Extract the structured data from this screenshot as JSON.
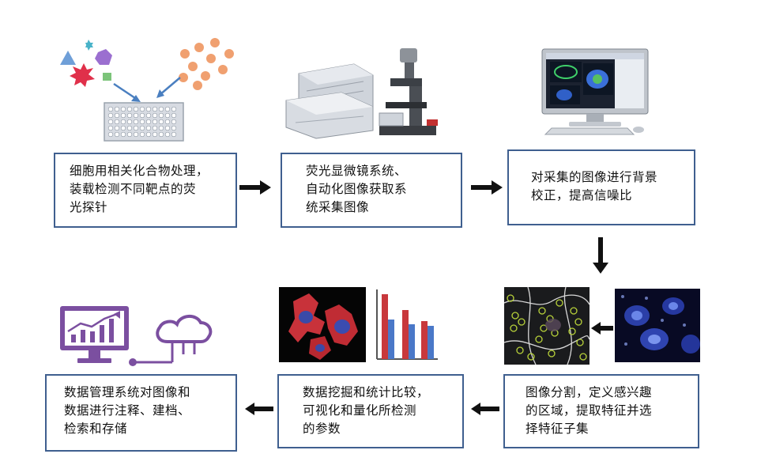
{
  "steps": {
    "s1": [
      "细胞用相关化合物处理，",
      "装载检测不同靶点的荧",
      "光探针"
    ],
    "s2": [
      "荧光显微镜系统、",
      "自动化图像获取系",
      "统采集图像"
    ],
    "s3": [
      "对采集的图像进行背景",
      "校正，提高信噪比"
    ],
    "s4": [
      "图像分割，定义感兴趣",
      "的区域，提取特征并选",
      "择特征子集"
    ],
    "s5": [
      "数据挖掘和统计比较，",
      "可视化和量化所检测",
      "的参数"
    ],
    "s6": [
      "数据管理系统对图像和",
      "数据进行注释、建档、",
      "检索和存储"
    ]
  },
  "icons": {
    "compounds": "compound-plate-icon",
    "microscope": "microscope-system-icon",
    "computer": "imaging-computer-icon",
    "segmentation": "segmented-cells-image",
    "fluorescence": "fluorescent-nuclei-image",
    "cells": "stained-cells-image",
    "barchart": "bar-chart-icon",
    "analytics": "analytics-monitor-icon",
    "cloud": "cloud-storage-icon"
  },
  "colors": {
    "box_border": "#3f5f8f",
    "arrow": "#111111",
    "purple": "#7b4fa0"
  }
}
